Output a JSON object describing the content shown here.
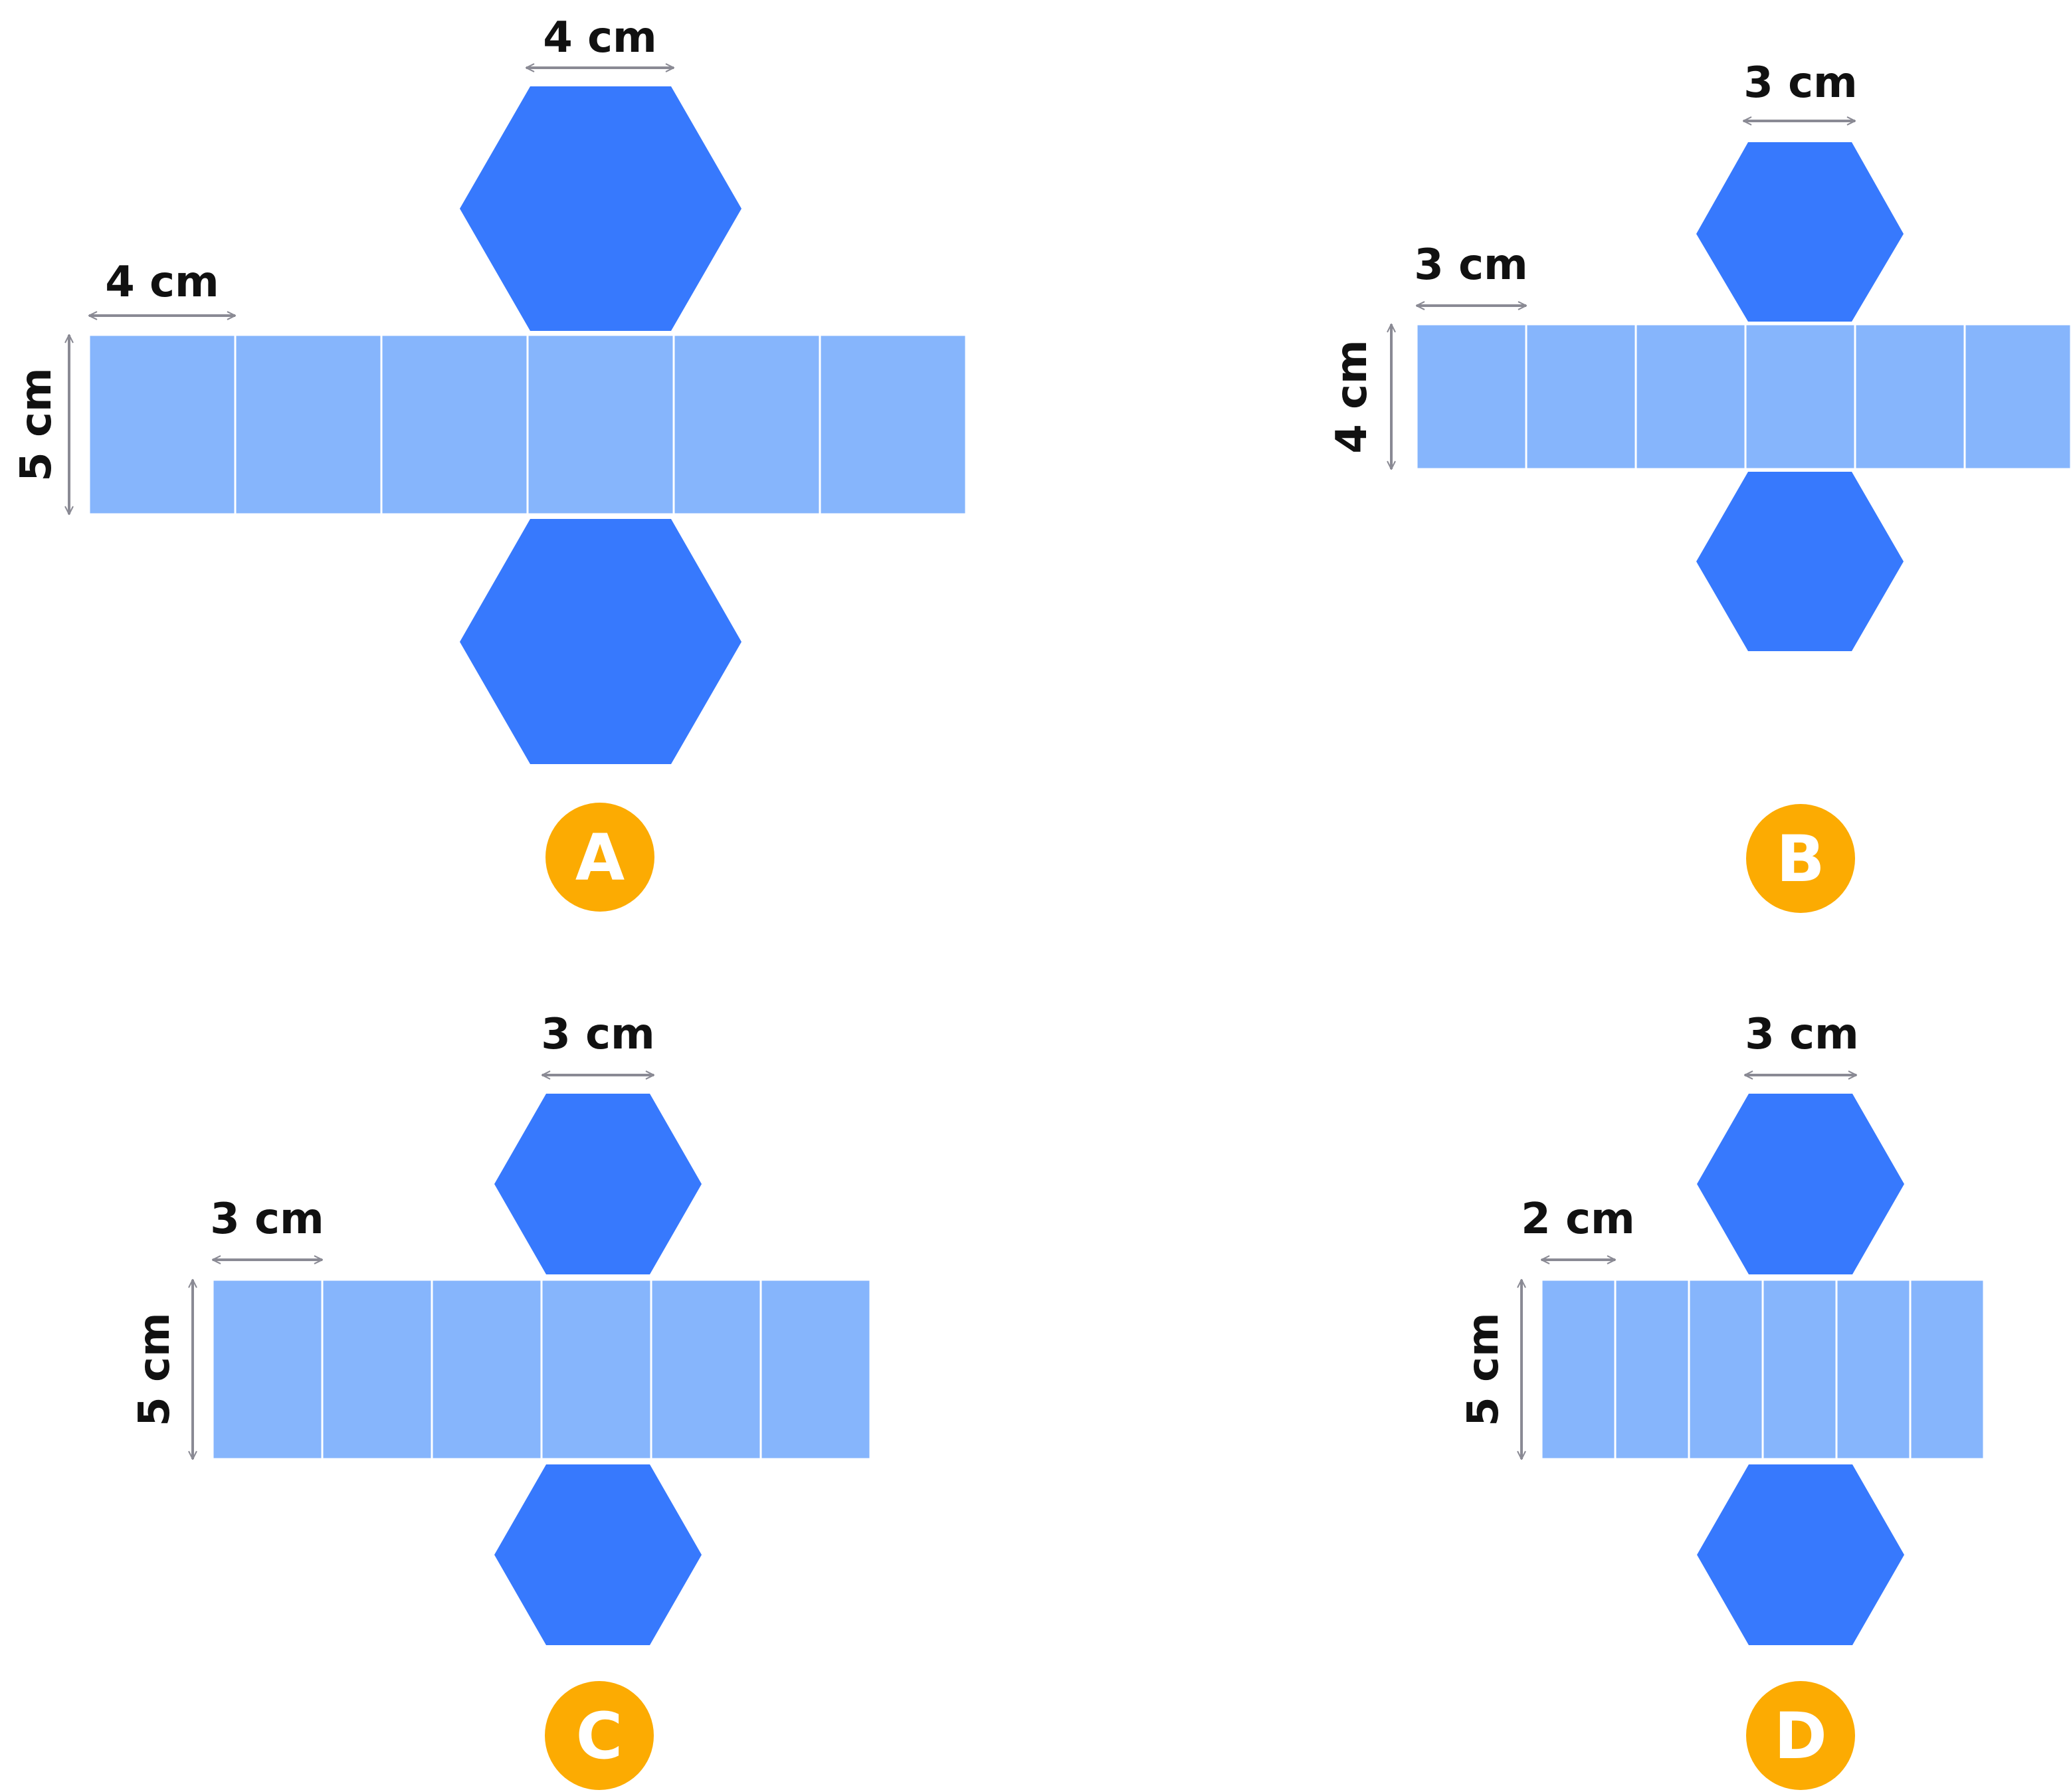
{
  "colors": {
    "rect_fill": "#86b5fc",
    "rect_stroke": "#ffffff",
    "hex_fill": "#3779fd",
    "arrow": "#8a8a94",
    "badge": "#fcab02",
    "badge_text": "#ffffff",
    "label": "#111111"
  },
  "nets": [
    {
      "badge": "A",
      "hex_side_label": "4 cm",
      "rect_width_label": "4 cm",
      "rect_height_label": "5 cm",
      "faces": 6
    },
    {
      "badge": "B",
      "hex_side_label": "3 cm",
      "rect_width_label": "3 cm",
      "rect_height_label": "4 cm",
      "faces": 6
    },
    {
      "badge": "C",
      "hex_side_label": "3 cm",
      "rect_width_label": "3 cm",
      "rect_height_label": "5 cm",
      "faces": 6
    },
    {
      "badge": "D",
      "hex_side_label": "3 cm",
      "rect_width_label": "2 cm",
      "rect_height_label": "5 cm",
      "faces": 6
    }
  ]
}
